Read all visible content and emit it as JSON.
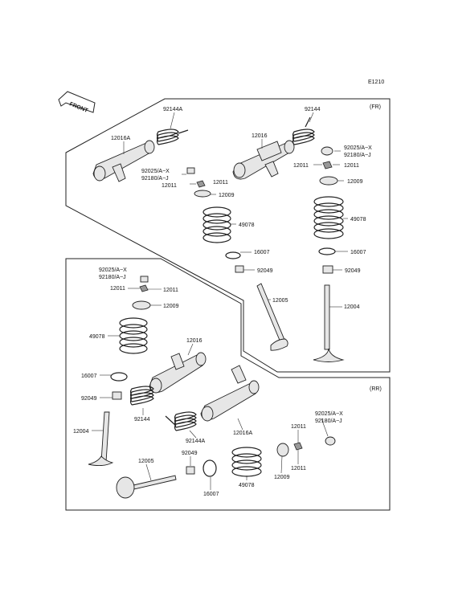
{
  "figure_id": "E1210",
  "front_label": "FRONT",
  "section_fr": "(FR)",
  "section_rr": "(RR)",
  "labels": {
    "fr_92144a": "92144A",
    "fr_92144": "92144",
    "fr_12016a": "12016A",
    "fr_12016": "12016",
    "fr_92025_a": "92025/A~X",
    "fr_92180_a": "92180/A~J",
    "fr_92025_b": "92025/A~X",
    "fr_92180_b": "92180/A~J",
    "fr_12011_a": "12011",
    "fr_12011_b": "12011",
    "fr_12011_c": "12011",
    "fr_12009_a": "12009",
    "fr_12009_b": "12009",
    "fr_49078_a": "49078",
    "fr_49078_b": "49078",
    "fr_16007_a": "16007",
    "fr_16007_b": "16007",
    "fr_92049_a": "92049",
    "fr_92049_b": "92049",
    "fr_12005": "12005",
    "fr_12004": "12004",
    "rr_92025_a": "92025/A~X",
    "rr_92180_a": "92180/A~J",
    "rr_12011_a": "12011",
    "rr_12011_b": "12011",
    "rr_12009_a": "12009",
    "rr_49078_a": "49078",
    "rr_12016": "12016",
    "rr_16007_a": "16007",
    "rr_92049_a": "92049",
    "rr_92144": "92144",
    "rr_12004": "12004",
    "rr_92144a": "92144A",
    "rr_12016a": "12016A",
    "rr_92025_b": "92025/A~X",
    "rr_92180_b": "92180/A~J",
    "rr_12011_c": "12011",
    "rr_12011_d": "12011",
    "rr_12005": "12005",
    "rr_92049_b": "92049",
    "rr_16007_b": "16007",
    "rr_49078_b": "49078",
    "rr_12009_b": "12009"
  }
}
